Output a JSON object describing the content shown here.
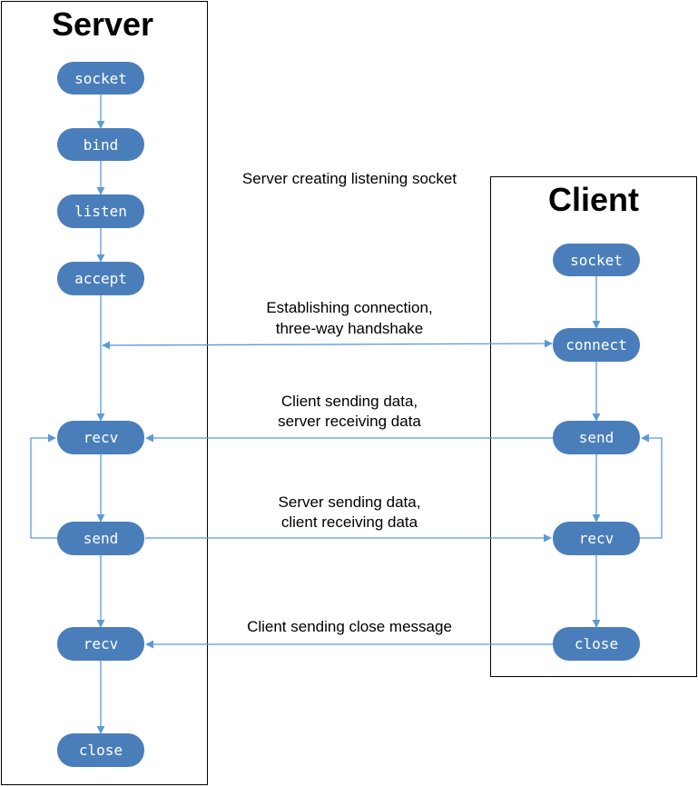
{
  "server": {
    "title": "Server",
    "nodes": {
      "socket": "socket",
      "bind": "bind",
      "listen": "listen",
      "accept": "accept",
      "recv1": "recv",
      "send": "send",
      "recv2": "recv",
      "close": "close"
    }
  },
  "client": {
    "title": "Client",
    "nodes": {
      "socket": "socket",
      "connect": "connect",
      "send": "send",
      "recv": "recv",
      "close": "close"
    }
  },
  "captions": {
    "listening": "Server creating listening socket",
    "handshake_1": "Establishing connection,",
    "handshake_2": "three-way handshake",
    "client_send_1": "Client sending data,",
    "client_send_2": "server receiving data",
    "server_send_1": "Server sending data,",
    "server_send_2": "client receiving data",
    "close_msg": "Client sending close message"
  },
  "colors": {
    "node_fill": "#4a7ebb",
    "edge": "#5b9bd5",
    "frame": "#000000"
  }
}
